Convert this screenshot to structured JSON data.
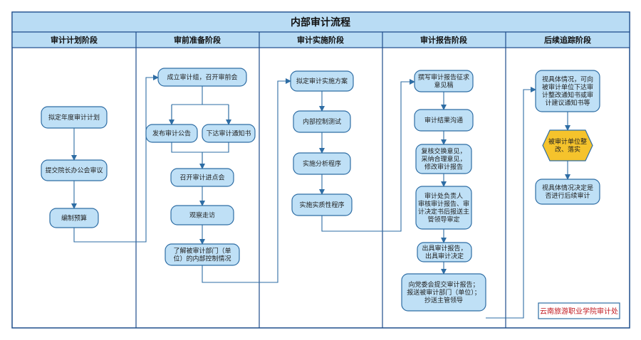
{
  "title": "内部审计流程",
  "colors": {
    "frame": "#1f4e8c",
    "header_fill": "#b9dcf4",
    "node_fill": "#bfe0f6",
    "node_stroke": "#2e6da4",
    "connector": "#2e6da4",
    "diamond_fill": "#f5c32c",
    "note_border": "#2e6da4",
    "note_text": "#c0161c"
  },
  "lanes": [
    "审计计划阶段",
    "审前准备阶段",
    "审计实施阶段",
    "审计报告阶段",
    "后续追踪阶段"
  ],
  "nodes": {
    "p1": [
      "拟定年度审计计划"
    ],
    "p2": [
      "提交院长办公会审议"
    ],
    "p3": [
      "编制预算"
    ],
    "a1": [
      "成立审计组，召开审前会"
    ],
    "a2": [
      "发布审计公告"
    ],
    "a3": [
      "下达审计通知书"
    ],
    "a4": [
      "召开审计进点会"
    ],
    "a5": [
      "观察走访"
    ],
    "a6": [
      "了解被审计部门（单",
      "位）的内部控制情况"
    ],
    "s1": [
      "拟定审计实施方案"
    ],
    "s2": [
      "内部控制测试"
    ],
    "s3": [
      "实施分析程序"
    ],
    "s4": [
      "实施实质性程序"
    ],
    "r1": [
      "撰写审计报告征求",
      "意见稿"
    ],
    "r2": [
      "审计结果沟通"
    ],
    "r3": [
      "复核交换意见，",
      "采纳合理意见，",
      "修改审计报告"
    ],
    "r4": [
      "审计处负责人",
      "审核审计报告、审",
      "计决定书后报送主",
      "管领导审定"
    ],
    "r5": [
      "出具审计报告，",
      "出具审计决定"
    ],
    "r6": [
      "向党委会提交审计报告；",
      "报送被审计部门（单位）；",
      "抄送主管领导"
    ],
    "f1": [
      "视具体情况，可向",
      "被审计单位下达审",
      "计整改通知书或审",
      "计建议通知书等"
    ],
    "f2": [
      "被审计单位整",
      "改、落实"
    ],
    "f3": [
      "视具体情况决定是",
      "否进行后续审计"
    ]
  },
  "note": "云南旅游职业学院审计处"
}
